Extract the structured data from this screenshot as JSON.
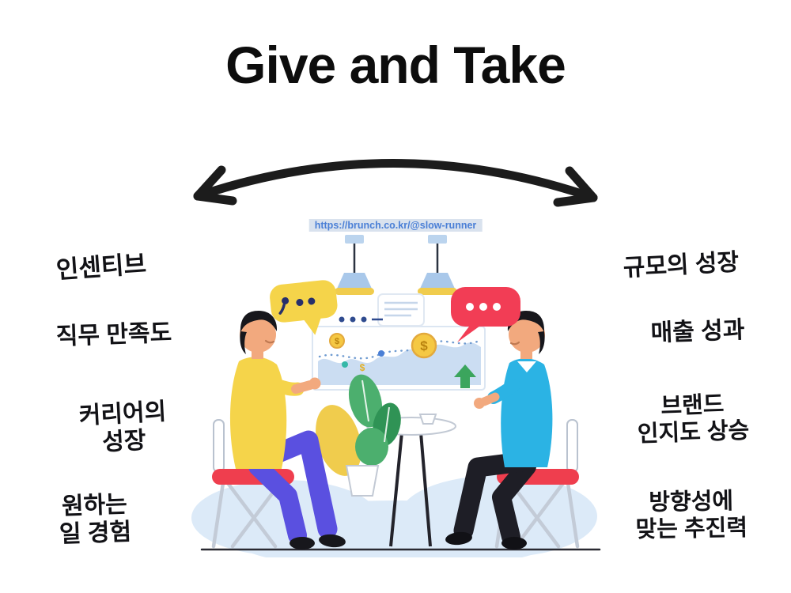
{
  "title": "Give and Take",
  "watermark": "https://brunch.co.kr/@slow-runner",
  "left_labels": [
    {
      "text": "인센티브"
    },
    {
      "text": "직무 만족도"
    },
    {
      "text": "커리어의\n성장"
    },
    {
      "text": "원하는\n일 경험"
    }
  ],
  "right_labels": [
    {
      "text": "규모의 성장"
    },
    {
      "text": "매출 성과"
    },
    {
      "text": "브랜드\n인지도 상승"
    },
    {
      "text": "방향성에\n맞는 추진력"
    }
  ],
  "illustration": {
    "coin_symbol": "$",
    "icons": [
      "double-curved-arrow-icon",
      "yellow-speech-bubble-icon",
      "red-speech-bubble-icon",
      "hanging-lamp-icon",
      "growth-chart-icon",
      "dollar-coin-icon",
      "up-arrow-icon",
      "notes-card-icon",
      "plant-icon",
      "table-icon",
      "cup-icon",
      "chair-icon"
    ]
  },
  "colors": {
    "ink": "#0d0d0d",
    "watermark_blue": "#4a7fd6",
    "watermark_bg": "#d9e2ee",
    "bubble_yellow": "#F5D44A",
    "bubble_red": "#F23D55",
    "sweater_yellow": "#F5D44A",
    "sweater_blue": "#2BB3E4",
    "pants_purple": "#5A50E0",
    "cushion_red": "#EF3E4E",
    "skin": "#F2A97E",
    "hair_black": "#17171C",
    "chart_area_blue": "#CBDDF2",
    "coin_gold": "#F5C843",
    "growth_green": "#3BA55D",
    "leaf_green": "#4CAF6E",
    "cloud_blue": "#DCEAF8"
  }
}
